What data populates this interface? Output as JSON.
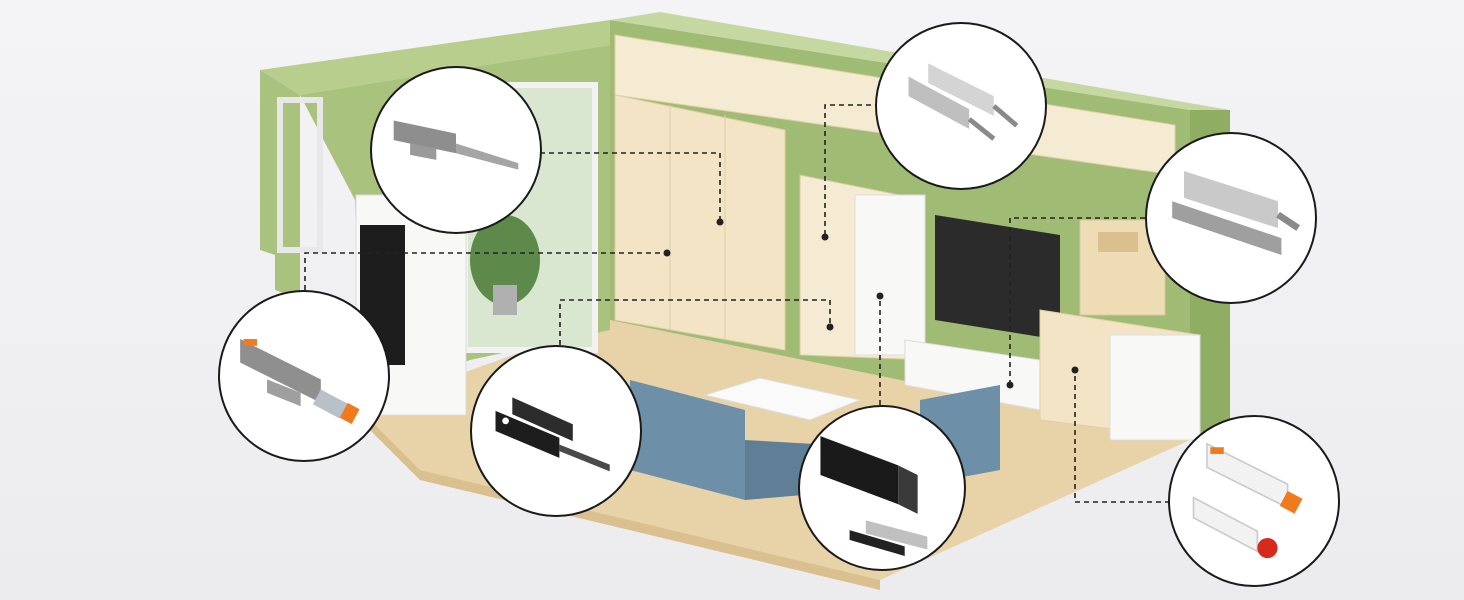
{
  "scene": {
    "subject": "living-room-cutaway",
    "colors": {
      "wall_green": "#a9c27d",
      "wall_green_dark": "#8fae64",
      "floor": "#e8d3a8",
      "cabinet_cream": "#f2e4c4",
      "white_unit": "#f8f8f6",
      "sofa_blue": "#6d8fa8",
      "leader_line": "#222222"
    }
  },
  "callouts": [
    {
      "name": "callout-gray-push-latch",
      "icon": "gray-push-latch-icon"
    },
    {
      "name": "callout-silver-double-latch",
      "icon": "silver-double-latch-icon"
    },
    {
      "name": "callout-silver-latch-plate",
      "icon": "silver-latch-with-plate-icon"
    },
    {
      "name": "callout-gray-orange-damper",
      "icon": "gray-orange-damper-icon"
    },
    {
      "name": "callout-black-magnetic-latch",
      "icon": "black-magnetic-latch-icon"
    },
    {
      "name": "callout-black-magnet-catch",
      "icon": "black-magnet-catch-icon"
    },
    {
      "name": "callout-white-orange-damper",
      "icon": "white-orange-damper-icon"
    }
  ]
}
